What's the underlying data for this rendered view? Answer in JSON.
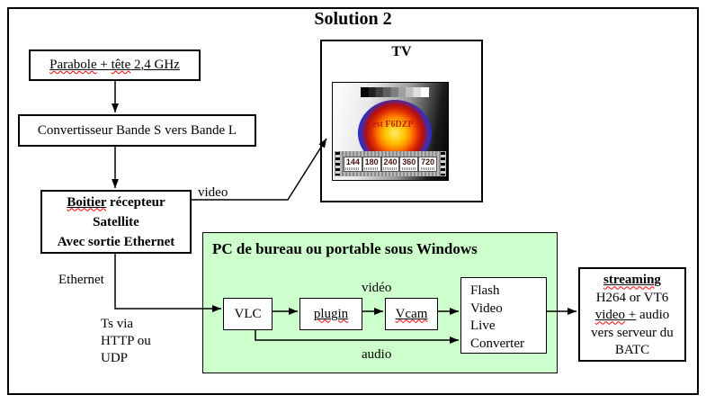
{
  "title": "Solution 2",
  "boxes": {
    "parabole": {
      "word1": "Parabole",
      "plus": " + ",
      "word2": "tête",
      "rest": " 2,4 GHz"
    },
    "convertisseur": {
      "label": "Convertisseur Bande S vers Bande L"
    },
    "boitier": {
      "word1": "Boitier",
      "line1_rest": " récepteur",
      "line2": "Satellite",
      "line3": "Avec sortie Ethernet"
    },
    "tv": {
      "label": "TV",
      "test_caption": "Test F6DZP",
      "resolution_chips": [
        "144",
        "180",
        "240",
        "360",
        "720"
      ]
    },
    "pc": {
      "title": "PC de bureau ou portable sous Windows"
    },
    "vlc": {
      "label": "VLC"
    },
    "plugin": {
      "label": "plugin"
    },
    "vcam": {
      "label": "Vcam"
    },
    "converter": {
      "lines": [
        "Flash",
        "Video",
        "Live",
        "Converter"
      ]
    },
    "streaming": {
      "line1": "streaming",
      "line2": "H264 or VT6",
      "line3_word": "video",
      "line3_plus": " +",
      "line3_rest": " audio",
      "line4": "vers serveur du",
      "line5": "BATC"
    }
  },
  "labels": {
    "video": "video",
    "ethernet": "Ethernet",
    "ts_line1": "Ts via",
    "ts_line2": "HTTP ou",
    "ts_line3": "UDP",
    "video_fr": "vidéo",
    "audio": "audio"
  },
  "colors": {
    "pc_box_fill": "#ccffcc",
    "spellcheck_squiggle": "#ff0000",
    "line_color": "#000000"
  }
}
